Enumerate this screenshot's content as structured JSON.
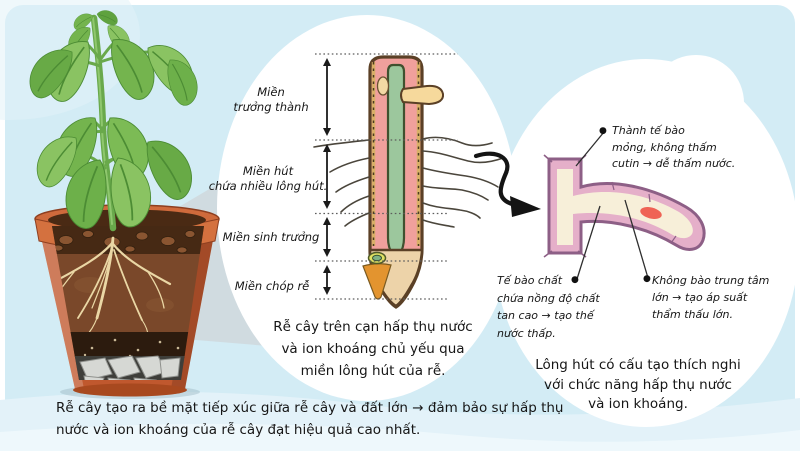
{
  "colors": {
    "background": "#d3ecf5",
    "panel_white": "#ffffff",
    "magnifier_wedge_gray": "#cfd7db",
    "root_cortex_pink": "#f0a09c",
    "root_stele_green": "#9cc79d",
    "root_border_brown": "#5b4026",
    "root_tip_tan": "#edd3a9",
    "root_cone_orange": "#e3942f",
    "lateral_root_cream": "#f6d99c",
    "cell_wall_purple": "#8d5f86",
    "cell_pink": "#e5afc9",
    "cell_interior_cream": "#f7efd9",
    "cell_red_patch": "#ee574a",
    "pot_terracotta": "#cf6a3c",
    "soil_brown": "#7a482a",
    "leaf_green": "#74b44e",
    "text": "#161616"
  },
  "icons": {
    "bullet": "●",
    "arrow_right": "→",
    "double_arrow": "vertical-double-arrow",
    "magnify_arrow": "curved-black-arrow"
  },
  "root_diagram": {
    "zone_labels": [
      {
        "lines": [
          "Miền",
          "trưởng thành"
        ]
      },
      {
        "lines": [
          "Miền hút",
          "chứa nhiều lông hút."
        ]
      },
      {
        "lines": [
          "Miền sinh trưởng"
        ]
      },
      {
        "lines": [
          "Miền chóp rễ"
        ]
      }
    ],
    "caption_lines": [
      "Rễ cây trên cạn hấp thụ nước",
      "và ion khoáng chủ yếu qua",
      "miền lông hút của rễ."
    ]
  },
  "root_hair_cell": {
    "labels": {
      "cell_wall": {
        "lines": [
          "Thành tế bào",
          "mỏng, không thấm",
          "cutin → dễ thấm nước."
        ]
      },
      "cytoplasm": {
        "lines": [
          "Tế bào chất",
          "chứa nồng độ chất",
          "tan cao → tạo thế",
          "nước thấp."
        ]
      },
      "vacuole": {
        "lines": [
          "Không bào trung tâm",
          "lớn → tạo áp suất",
          "thẩm thấu lớn."
        ]
      }
    },
    "caption_lines": [
      "Lông hút có cấu tạo thích nghi",
      "với chức năng hấp thụ nước",
      "và ion khoáng."
    ]
  },
  "footer": {
    "lines": [
      "Rễ cây tạo ra bề mặt tiếp xúc giữa rễ cây và đất lớn → đảm bảo sự hấp thụ",
      "nước và ion khoáng của rễ cây đạt hiệu quả cao nhất."
    ]
  }
}
